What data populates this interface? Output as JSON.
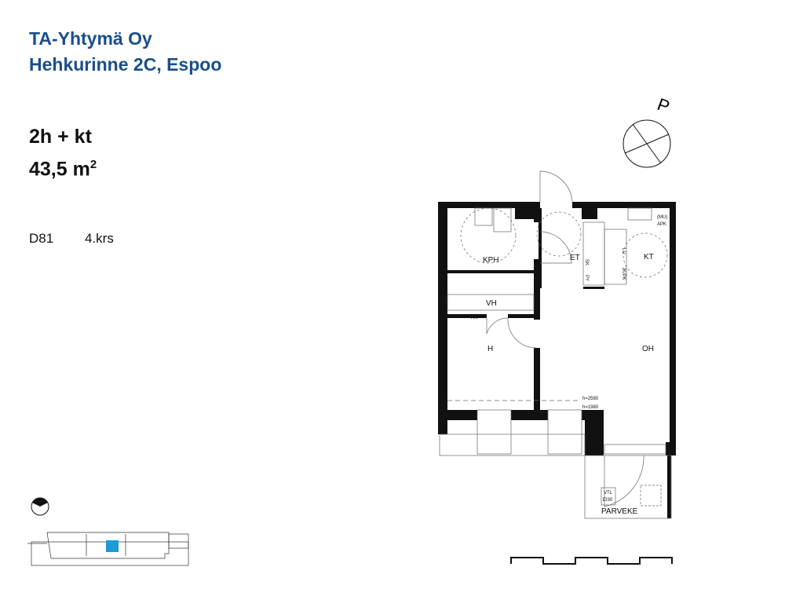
{
  "header": {
    "company": "TA-Yhtymä Oy",
    "address": "Hehkurinne 2C, Espoo"
  },
  "apartment": {
    "type": "2h + kt",
    "area": "43,5 m",
    "area_unit_sup": "2",
    "id": "D81",
    "floor": "4.krs"
  },
  "compass_label": "P",
  "rooms": {
    "kph": "KPH",
    "et": "ET",
    "kt": "KT",
    "vh": "VH",
    "rk": "RK",
    "h": "H",
    "oh": "OH",
    "parveke": "PARVEKE",
    "vtl": "VTL",
    "ei30": "EI30",
    "mu": "(MU)",
    "apk": "APK",
    "lu": "LU",
    "jkpk": "JK/PK",
    "sk": "SK",
    "py": "PY",
    "h2580": "h=2580",
    "h1980": "h=1980"
  },
  "colors": {
    "title": "#1a4e8a",
    "highlight": "#1e9ad6"
  }
}
